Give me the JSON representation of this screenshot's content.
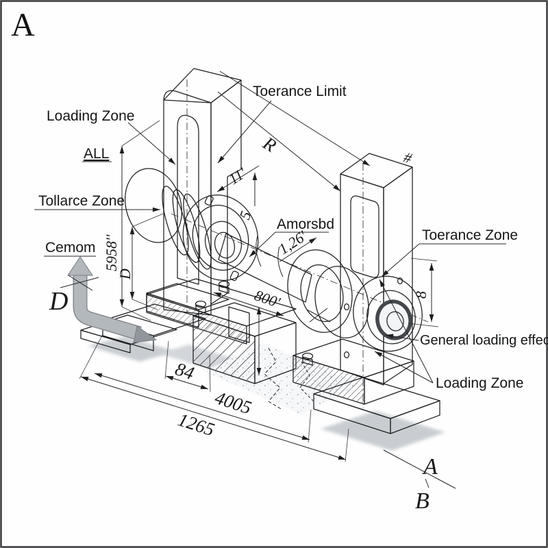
{
  "drawing": {
    "view_label": "A",
    "section": {
      "top": "A",
      "bottom": "B"
    },
    "callouts": {
      "loading_zone_left": "Loading Zone",
      "tolerance_limit": "Toerance Limit",
      "all_ref": "ALL",
      "tollarce_zone": "Tollarce Zone",
      "cemom": "Cemom",
      "direction_d": "D",
      "amorsbd": "Amorsbd",
      "tolerance_zone_right": "Toerance Zone",
      "general_loading_effects": "General loading effects",
      "loading_zone_right": "Loading Zone",
      "hash_mark": "#"
    },
    "dimensions": {
      "radius_ref": "R",
      "dim_11": "11'",
      "dim_5": "5",
      "dim_1_26": "1,26'",
      "dim_800": "800'",
      "dim_5958": "5958''",
      "dim_d": "D",
      "dim_8": "8",
      "dim_84": "84",
      "dim_4005": "4005",
      "dim_1265": "1265"
    },
    "colors": {
      "line": "#1d1e20",
      "face_light": "#f0f2f5",
      "face_mid": "#e8ebee",
      "face_dark": "#dde1e6",
      "arrow_gray": "#b3b8bd",
      "shadow": "#c9cdd1",
      "background": "#fefefe"
    }
  }
}
